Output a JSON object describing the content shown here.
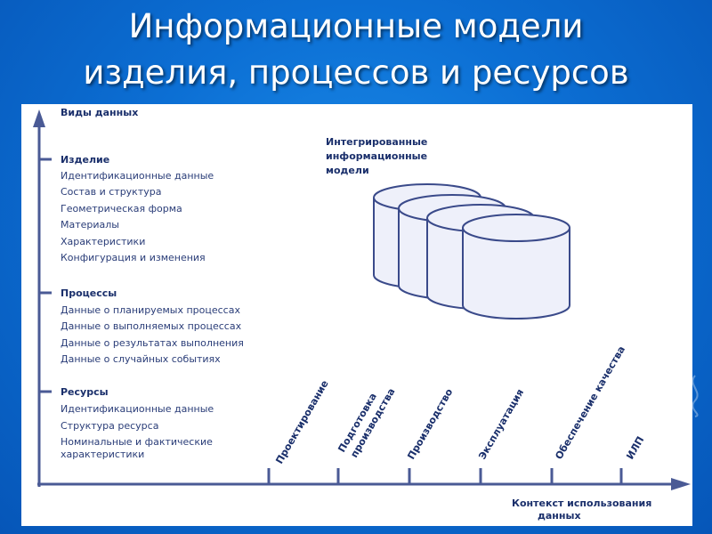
{
  "title": {
    "line1": "Информационные модели",
    "line2": "изделия, процессов и ресурсов"
  },
  "diagram": {
    "y_axis_label": "Виды данных",
    "x_axis_label_line1": "Контекст использования",
    "x_axis_label_line2": "данных",
    "integrated_label_line1": "Интегрированные",
    "integrated_label_line2": "информационные",
    "integrated_label_line3": "модели",
    "groups": [
      {
        "heading": "Изделие",
        "items": [
          "Идентификационные данные",
          "Состав и структура",
          "Геометрическая форма",
          "Материалы",
          "Характеристики",
          "Конфигурация и изменения"
        ]
      },
      {
        "heading": "Процессы",
        "items": [
          "Данные о планируемых процессах",
          "Данные о выполняемых процессах",
          "Данные о результатах выполнения",
          "Данные о случайных событиях"
        ]
      },
      {
        "heading": "Ресурсы",
        "items": [
          "Идентификационные данные",
          "Структура ресурса",
          "Номинальные и фактические",
          "характеристики"
        ]
      }
    ],
    "stages": [
      {
        "line1": "Проектирование",
        "line2": ""
      },
      {
        "line1": "Подготовка",
        "line2": "производства"
      },
      {
        "line1": "Производство",
        "line2": ""
      },
      {
        "line1": "Эксплуатация",
        "line2": ""
      },
      {
        "line1": "Обеспечение качества",
        "line2": ""
      },
      {
        "line1": "ИЛП",
        "line2": ""
      }
    ],
    "colors": {
      "axis": "#4a5a95",
      "text": "#1a2f6b",
      "cylinder_fill": "#eef0fa",
      "cylinder_stroke": "#3a4a8a"
    }
  }
}
